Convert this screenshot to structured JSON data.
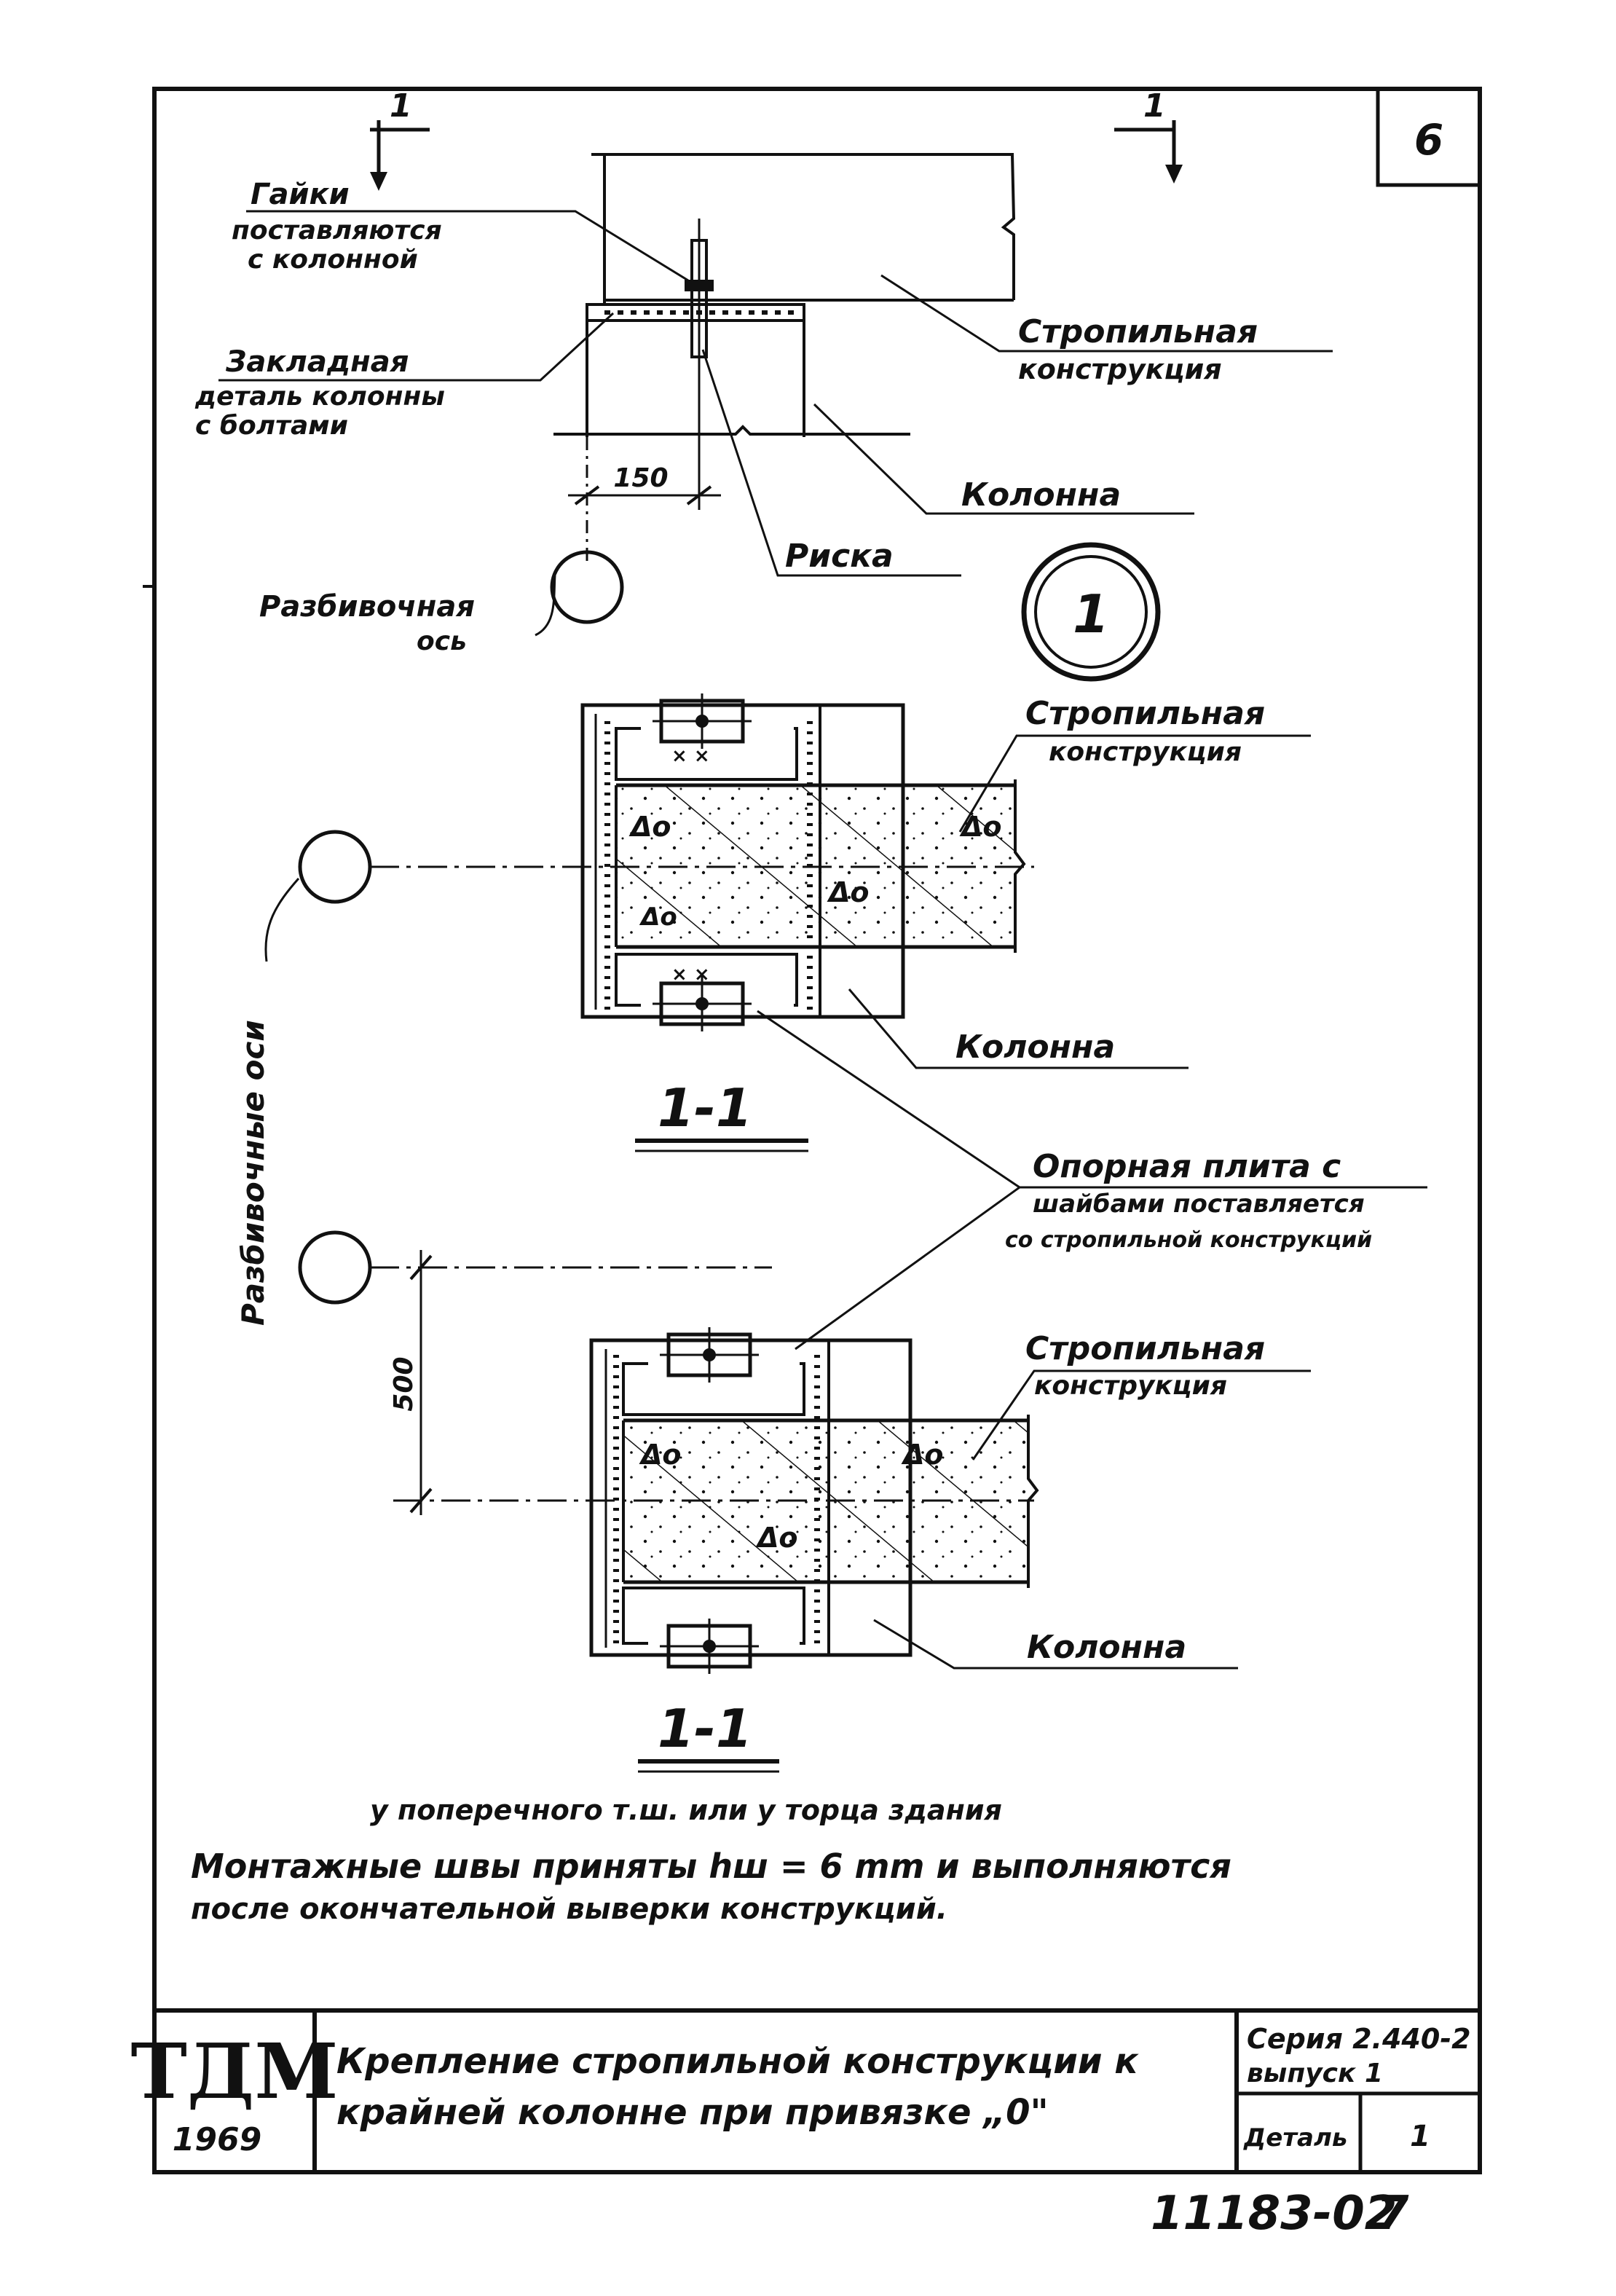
{
  "sheet": {
    "number": "6"
  },
  "section_markers": {
    "left": "1",
    "right": "1"
  },
  "detail_circle": "1",
  "elevation_labels": {
    "nuts_line1": "Гайки",
    "nuts_line2": "поставляются",
    "nuts_line3": "с колонной",
    "embed_line1": "Закладная",
    "embed_line2": "деталь колонны",
    "embed_line3": "с болтами",
    "rafter_line1": "Стропильная",
    "rafter_line2": "конструкция",
    "column": "Колонна",
    "risk_mark": "Риска",
    "axis_line1": "Разбивочная",
    "axis_line2": "ось",
    "dim_150": "150"
  },
  "plan1_labels": {
    "rafter_line1": "Стропильная",
    "rafter_line2": "конструкция",
    "column": "Колонна",
    "section_title": "1-1"
  },
  "shared_labels": {
    "axes_vertical": "Разбивочные оси",
    "plate_line1": "Опорная плита с",
    "plate_line2": "шайбами поставляется",
    "plate_line3": "со стропильной конструкций"
  },
  "plan2_labels": {
    "rafter_line1": "Стропильная",
    "rafter_line2": "конструкция",
    "column": "Колонна",
    "dim_500": "500",
    "section_title": "1-1",
    "caption": "у поперечного т.ш. или у торца здания"
  },
  "concrete_marks": [
    "Δo",
    "Δo",
    "Δo",
    "Δo",
    "Δo",
    "Δo",
    "Δo"
  ],
  "notes": {
    "line1": "Монтажные швы приняты hш = 6 mm и выполняются",
    "line2": "после окончательной выверки конструкций."
  },
  "title_block": {
    "logo": "ТДМ",
    "year": "1969",
    "title_line1": "Крепление стропильной конструкции к",
    "title_line2": "крайней колонне при привязке „0\"",
    "series_label": "Серия 2.440-2",
    "issue_label": "выпуск 1",
    "detail_label": "Деталь",
    "detail_value": "1"
  },
  "footer": {
    "code": "11183-02",
    "page": "7"
  }
}
